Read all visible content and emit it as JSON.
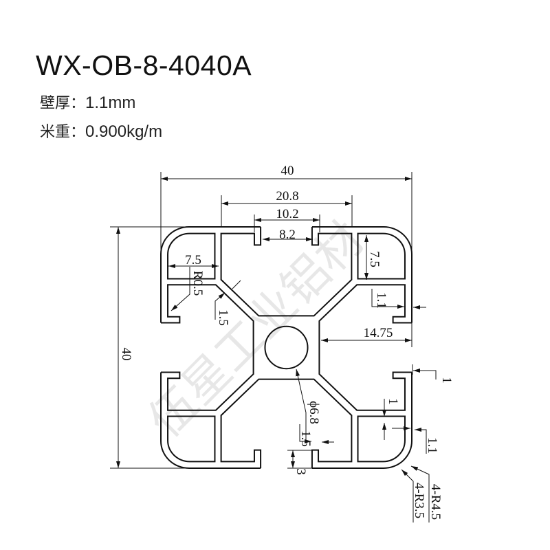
{
  "title": "WX-OB-8-4040A",
  "specs": [
    {
      "label": "壁厚：",
      "value": "1.1mm"
    },
    {
      "label": "米重：",
      "value": "0.900kg/m"
    }
  ],
  "watermark": "伍星工业铝材",
  "dimensions": {
    "overall_width": "40",
    "slot_cavity_width": "20.8",
    "slot_lip_width": "10.2",
    "slot_opening": "8.2",
    "corner_cavity_width": "7.5",
    "fillet": "R0.5",
    "arm_thickness": "1.5",
    "corner_cavity_height": "7.5",
    "wall_1": "1.1",
    "hub_offset": "14.75",
    "overall_height": "40",
    "lip_1": "1",
    "rib_1": "1",
    "center_hole": "ϕ6.8",
    "arm_thickness_2": "1.5",
    "wall_2": "1.1",
    "slot_depth": "3",
    "outer_radius": "4-R4.5",
    "inner_radius": "4-R3.5"
  }
}
